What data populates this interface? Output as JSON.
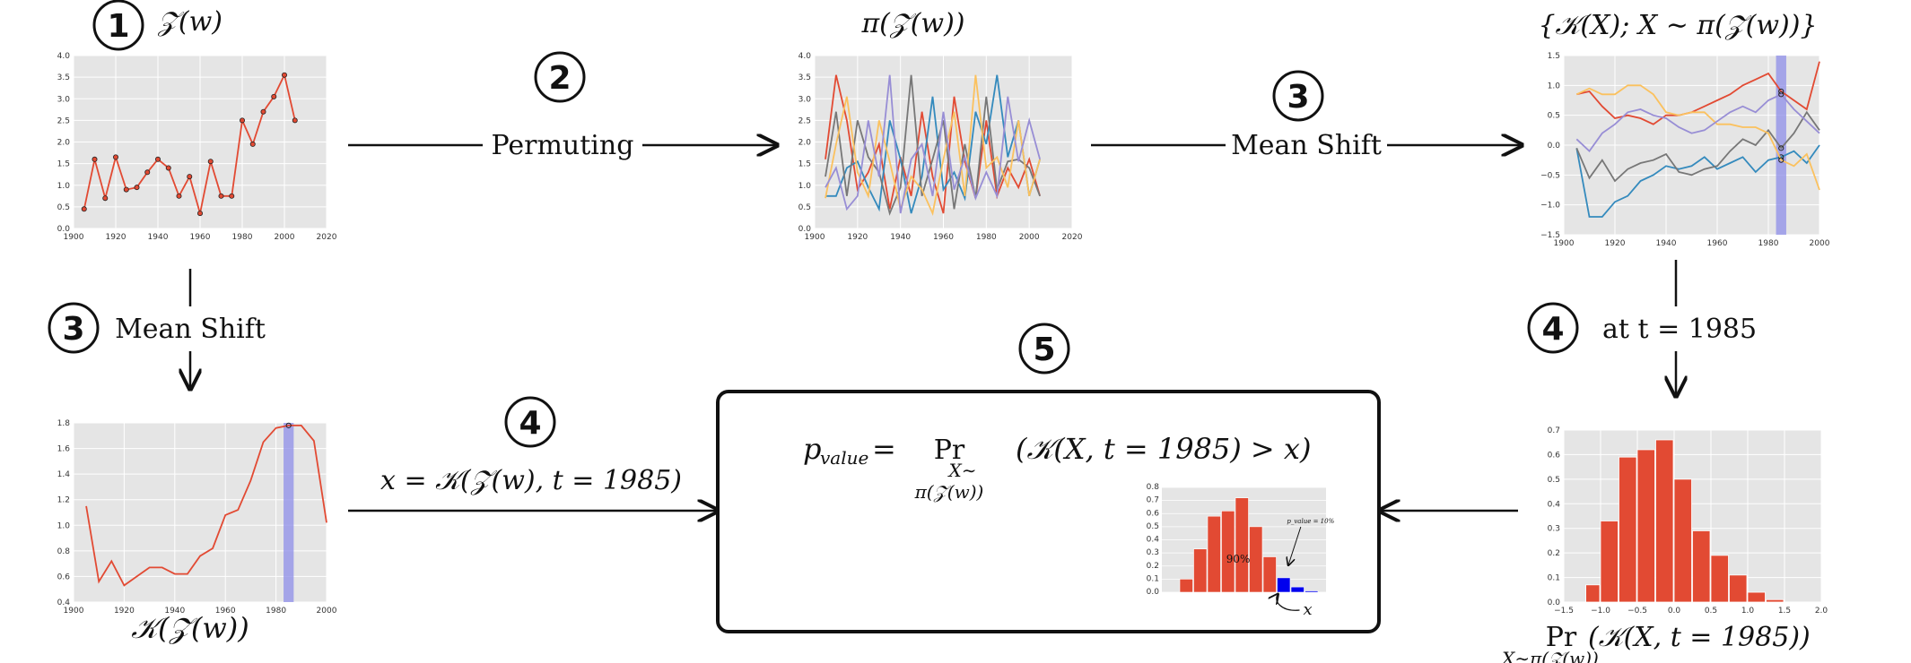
{
  "steps": {
    "s1": "1",
    "s2": "2",
    "s3a": "3",
    "s3b": "3",
    "s4a": "4",
    "s4b": "4",
    "s5": "5"
  },
  "titles": {
    "z": "𝒵(w)",
    "pi_z": "π(𝒵(w))",
    "k_set": "{𝒦(X); X ∼ π(𝒵(w))}",
    "k_z": "𝒦(𝒵(w))",
    "pr_main": "Pr",
    "pr_sub": "X∼π(𝒵(w))",
    "pr_expr": "(𝒦(X, t = 1985))"
  },
  "arrows": {
    "permuting": "Permuting",
    "mean_shift_top": "Mean Shift",
    "mean_shift_left": "Mean Shift",
    "at_t": "at t = 1985",
    "x_def": "x = 𝒦(𝒵(w), t = 1985)"
  },
  "result_box": {
    "lhs": "p",
    "lhs_sub": "value",
    "eq": "=",
    "pr": "Pr",
    "pr_sub1": "X∼",
    "pr_sub2": "π(𝒵(w))",
    "expr": "(𝒦(X, t = 1985) > x)",
    "pct": "90%",
    "pvalue_note": "p_value = 10%",
    "x_label": "x"
  },
  "colors": {
    "red": "#e24a33",
    "blue": "#348abd",
    "gray": "#777777",
    "orange": "#fbc15e",
    "purple": "#988ed5",
    "panel": "#e5e5e5",
    "band": "#8e8ee8",
    "pvalue": "#0000ee"
  },
  "chart_data": [
    {
      "id": "raw",
      "type": "line",
      "x": [
        1905,
        1910,
        1915,
        1920,
        1925,
        1930,
        1935,
        1940,
        1945,
        1950,
        1955,
        1960,
        1965,
        1970,
        1975,
        1980,
        1985,
        1990,
        1995,
        2000,
        2005
      ],
      "series": [
        {
          "values": [
            0.45,
            1.6,
            0.7,
            1.65,
            0.9,
            0.95,
            1.3,
            1.6,
            1.4,
            0.75,
            1.2,
            0.35,
            1.55,
            0.75,
            0.75,
            2.5,
            1.95,
            2.7,
            3.05,
            3.55,
            2.5
          ]
        }
      ],
      "xlim": [
        1900,
        2020
      ],
      "ylim": [
        0,
        4
      ],
      "xticks": [
        "1900",
        "1920",
        "1940",
        "1960",
        "1980",
        "2000",
        "2020"
      ],
      "yticks": [
        "0.0",
        "0.5",
        "1.0",
        "1.5",
        "2.0",
        "2.5",
        "3.0",
        "3.5",
        "4.0"
      ],
      "markers": true,
      "grid": true
    },
    {
      "id": "permuted",
      "type": "line",
      "x": [
        1905,
        1910,
        1915,
        1920,
        1925,
        1930,
        1935,
        1940,
        1945,
        1950,
        1955,
        1960,
        1965,
        1970,
        1975,
        1980,
        1985,
        1990,
        1995,
        2000,
        2005
      ],
      "series": [
        {
          "values": [
            1.6,
            3.55,
            2.5,
            0.9,
            1.3,
            1.95,
            0.45,
            1.65,
            0.75,
            2.7,
            1.2,
            0.35,
            3.05,
            1.55,
            0.7,
            2.5,
            0.75,
            1.4,
            0.95,
            1.6,
            0.75
          ]
        },
        {
          "values": [
            0.75,
            0.75,
            1.4,
            1.55,
            0.95,
            0.45,
            2.5,
            1.6,
            0.35,
            1.2,
            3.05,
            0.9,
            1.3,
            0.7,
            2.7,
            1.95,
            3.55,
            1.65,
            2.5,
            0.75,
            1.6
          ]
        },
        {
          "values": [
            1.2,
            2.7,
            0.75,
            2.5,
            1.65,
            1.3,
            0.35,
            0.95,
            3.55,
            0.75,
            1.6,
            2.5,
            0.45,
            1.95,
            0.7,
            3.05,
            0.9,
            1.55,
            1.6,
            1.4,
            0.75
          ]
        },
        {
          "values": [
            0.7,
            1.95,
            3.05,
            1.3,
            0.75,
            2.5,
            1.55,
            0.45,
            1.2,
            0.9,
            0.35,
            1.6,
            2.7,
            0.75,
            3.55,
            1.4,
            1.65,
            0.95,
            2.5,
            0.75,
            1.6
          ]
        },
        {
          "values": [
            0.95,
            1.4,
            0.45,
            0.75,
            2.5,
            1.2,
            3.55,
            0.35,
            1.6,
            1.95,
            0.75,
            2.7,
            0.9,
            1.65,
            0.7,
            1.3,
            0.75,
            3.05,
            1.55,
            2.5,
            1.6
          ]
        }
      ],
      "xlim": [
        1900,
        2020
      ],
      "ylim": [
        0,
        4
      ],
      "xticks": [
        "1900",
        "1920",
        "1940",
        "1960",
        "1980",
        "2000",
        "2020"
      ],
      "yticks": [
        "0.0",
        "0.5",
        "1.0",
        "1.5",
        "2.0",
        "2.5",
        "3.0",
        "3.5",
        "4.0"
      ],
      "grid": true
    },
    {
      "id": "shifted",
      "type": "line",
      "x": [
        1905,
        1910,
        1915,
        1920,
        1925,
        1930,
        1935,
        1940,
        1945,
        1950,
        1955,
        1960,
        1965,
        1970,
        1975,
        1980,
        1985,
        1990,
        1995,
        2000
      ],
      "series": [
        {
          "values": [
            0.85,
            0.9,
            0.65,
            0.45,
            0.5,
            0.45,
            0.35,
            0.5,
            0.5,
            0.55,
            0.65,
            0.75,
            0.85,
            1.0,
            1.1,
            1.2,
            0.9,
            0.75,
            0.6,
            1.4
          ]
        },
        {
          "values": [
            -0.05,
            -1.2,
            -1.2,
            -0.95,
            -0.85,
            -0.6,
            -0.5,
            -0.35,
            -0.4,
            -0.35,
            -0.2,
            -0.4,
            -0.3,
            -0.2,
            -0.45,
            -0.25,
            -0.2,
            -0.1,
            -0.3,
            0.0
          ]
        },
        {
          "values": [
            -0.05,
            -0.55,
            -0.25,
            -0.6,
            -0.4,
            -0.3,
            -0.25,
            -0.15,
            -0.45,
            -0.5,
            -0.4,
            -0.35,
            -0.1,
            0.1,
            0.0,
            0.25,
            -0.05,
            0.2,
            0.55,
            0.25
          ]
        },
        {
          "values": [
            0.85,
            0.95,
            0.85,
            0.85,
            1.0,
            1.0,
            0.85,
            0.55,
            0.5,
            0.55,
            0.55,
            0.35,
            0.35,
            0.3,
            0.3,
            0.2,
            -0.25,
            -0.35,
            -0.15,
            -0.75
          ]
        },
        {
          "values": [
            0.1,
            -0.1,
            0.2,
            0.35,
            0.55,
            0.6,
            0.5,
            0.45,
            0.3,
            0.2,
            0.25,
            0.4,
            0.55,
            0.65,
            0.55,
            0.75,
            0.85,
            0.6,
            0.4,
            0.2
          ]
        }
      ],
      "highlight_x": 1985,
      "xlim": [
        1900,
        2000
      ],
      "ylim": [
        -1.5,
        1.5
      ],
      "xticks": [
        "1900",
        "1920",
        "1940",
        "1960",
        "1980",
        "2000"
      ],
      "yticks": [
        "−1.5",
        "−1.0",
        "−0.5",
        "0.0",
        "0.5",
        "1.0",
        "1.5"
      ],
      "grid": true
    },
    {
      "id": "k_original",
      "type": "line",
      "x": [
        1905,
        1910,
        1915,
        1920,
        1925,
        1930,
        1935,
        1940,
        1945,
        1950,
        1955,
        1960,
        1965,
        1970,
        1975,
        1980,
        1985,
        1990,
        1995,
        2000
      ],
      "series": [
        {
          "values": [
            1.15,
            0.56,
            0.72,
            0.53,
            0.6,
            0.67,
            0.67,
            0.62,
            0.62,
            0.76,
            0.82,
            1.08,
            1.12,
            1.35,
            1.65,
            1.76,
            1.78,
            1.78,
            1.66,
            1.02
          ]
        }
      ],
      "highlight_x": 1985,
      "xlim": [
        1900,
        2000
      ],
      "ylim": [
        0.4,
        1.8
      ],
      "xticks": [
        "1900",
        "1920",
        "1940",
        "1960",
        "1980",
        "2000"
      ],
      "yticks": [
        "0.4",
        "0.6",
        "0.8",
        "1.0",
        "1.2",
        "1.4",
        "1.6",
        "1.8"
      ],
      "grid": true
    },
    {
      "id": "histogram",
      "type": "bar",
      "bins": [
        -1.2,
        -1.0,
        -0.75,
        -0.5,
        -0.25,
        0.0,
        0.25,
        0.5,
        0.75,
        1.0,
        1.25,
        1.5,
        1.75
      ],
      "values": [
        0.07,
        0.33,
        0.59,
        0.62,
        0.66,
        0.5,
        0.29,
        0.19,
        0.11,
        0.04,
        0.01,
        0.0
      ],
      "xlim": [
        -1.5,
        2.0
      ],
      "ylim": [
        0,
        0.7
      ],
      "xticks": [
        "−1.5",
        "−1.0",
        "−0.5",
        "0.0",
        "0.5",
        "1.0",
        "1.5",
        "2.0"
      ],
      "yticks": [
        "0.0",
        "0.1",
        "0.2",
        "0.3",
        "0.4",
        "0.5",
        "0.6",
        "0.7"
      ],
      "grid": true
    },
    {
      "id": "mini_histogram",
      "type": "bar",
      "values": [
        0.1,
        0.33,
        0.58,
        0.62,
        0.72,
        0.5,
        0.27,
        0.11,
        0.04,
        0.01
      ],
      "highlight_from_index": 7,
      "ylim": [
        0,
        0.8
      ],
      "yticks": [
        "0.0",
        "0.1",
        "0.2",
        "0.3",
        "0.4",
        "0.5",
        "0.6",
        "0.7",
        "0.8"
      ],
      "grid": true
    }
  ]
}
